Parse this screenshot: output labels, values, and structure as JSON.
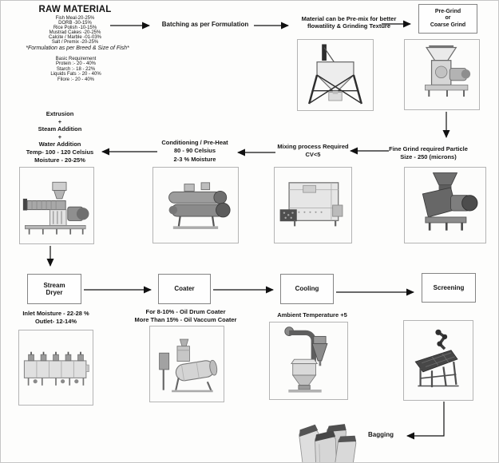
{
  "page": {
    "background": "#fdfdfc",
    "border_color": "#c6c6c6",
    "text_color": "#151515",
    "arrow_color": "#111111",
    "machine_box_border": "#b4b4b4",
    "process_box_border": "#848484"
  },
  "raw_material": {
    "title": "RAW MATERIAL",
    "ingredients": [
      "Fish Meal-20-25%",
      "DORB -30-15%",
      "Rice Polish -10-15%",
      "Mustrad Cakes -20-25%",
      "Calcite / Marble -01-03%",
      "Salt / Premix -20-25%"
    ],
    "note": "*Formulation as per Breed & Size of Fish*",
    "basic_requirement": {
      "title": "Basic Requirement",
      "items": [
        "Protein :-  20 - 40%",
        "Starch :-  18 - 22%",
        "Liquids Fats :-  20 - 40%",
        "Filore :-  20 - 40%"
      ]
    }
  },
  "steps": {
    "batching": "Batching as per Formulation",
    "premix": "Material can be Pre-mix for better\nflowatility & Grinding Texture",
    "pregrind": [
      "Pre-Grind",
      "or",
      "Coarse Grind"
    ],
    "fine_grind": "Fine Grind required Particle\nSize - 250 (microns)",
    "mixing": "Mixing process Required\nCV<5",
    "conditioning": "Conditioning / Pre-Heat\n80 - 90 Celsius\n2-3 % Moisture",
    "extrusion": "Extrusion\n+\nSteam Addition\n+\nWater Addition\nTemp- 100 - 120 Celsius\nMoisture - 20-25%",
    "stream_dryer": "Stream\nDryer",
    "dryer_caption": "Inlet Moisture - 22-28 %\nOutlet- 12-14%",
    "coater": "Coater",
    "coater_caption": "For 8-10% - Oil  Drum Coater\nMore Than 15% - Oil Vaccum Coater",
    "cooling": "Cooling",
    "cooling_caption": "Ambient Temperature +5",
    "screening": "Screening",
    "bagging": "Bagging"
  },
  "machines": {
    "batching_bin": "batching-hopper-bin",
    "coarse_grinder": "coarse-grinder-hammer-mill",
    "extruder": "twin-screw-extruder",
    "conditioner": "conditioner-preheater",
    "mixer": "batch-mixer",
    "fine_grinder": "fine-grinder-pulverizer",
    "dryer": "continuous-belt-dryer",
    "drum_coater": "oil-drum-coater",
    "cooler": "counterflow-cooler-cyclone",
    "screener": "vibrating-screener",
    "bags": "feed-bags"
  }
}
